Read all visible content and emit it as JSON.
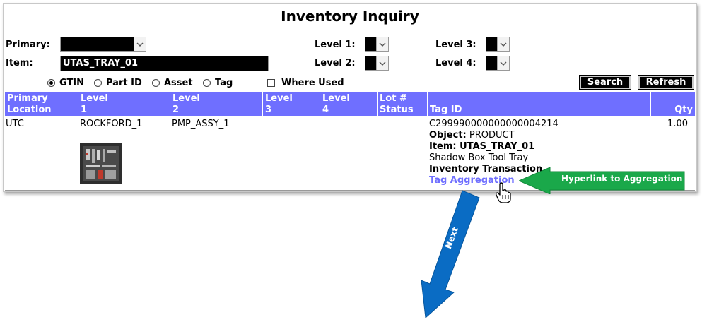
{
  "title": "Inventory Inquiry",
  "filters": {
    "primary_label": "Primary:",
    "item_label": "Item:",
    "item_value": "UTAS_TRAY_01",
    "level1_label": "Level 1:",
    "level2_label": "Level 2:",
    "level3_label": "Level 3:",
    "level4_label": "Level 4:"
  },
  "search_by": {
    "options": [
      "GTIN",
      "Part ID",
      "Asset",
      "Tag"
    ],
    "selected": "GTIN",
    "where_used_label": "Where Used"
  },
  "buttons": {
    "search": "Search",
    "refresh": "Refresh"
  },
  "table": {
    "headers": {
      "primary_location": [
        "Primary",
        "Location"
      ],
      "level1": [
        "Level",
        "1"
      ],
      "level2": [
        "Level",
        "2"
      ],
      "level3": [
        "Level",
        "3"
      ],
      "level4": [
        "Level",
        "4"
      ],
      "lot_status": [
        "Lot #",
        "Status"
      ],
      "tag_id": "Tag ID",
      "qty": "Qty"
    },
    "row": {
      "primary_location": "UTC",
      "level1": "ROCKFORD_1",
      "level2": "PMP_ASSY_1",
      "tag_id": "C299990000000000004214",
      "object_label": "Object:",
      "object_value": "PRODUCT",
      "item_label": "Item:",
      "item_value": "UTAS_TRAY_01",
      "description": "Shadow Box Tool Tray",
      "inventory_transaction": "Inventory Transaction",
      "tag_aggregation_link": "Tag Aggregation",
      "qty": "1.00"
    }
  },
  "annotations": {
    "hyperlink_callout": "Hyperlink to Aggregation",
    "next_arrow": "Next",
    "green": "#1aa84a",
    "blue": "#0a6cc4"
  },
  "colors": {
    "header_bg": "#6f6fff",
    "link": "#6f6fff"
  }
}
